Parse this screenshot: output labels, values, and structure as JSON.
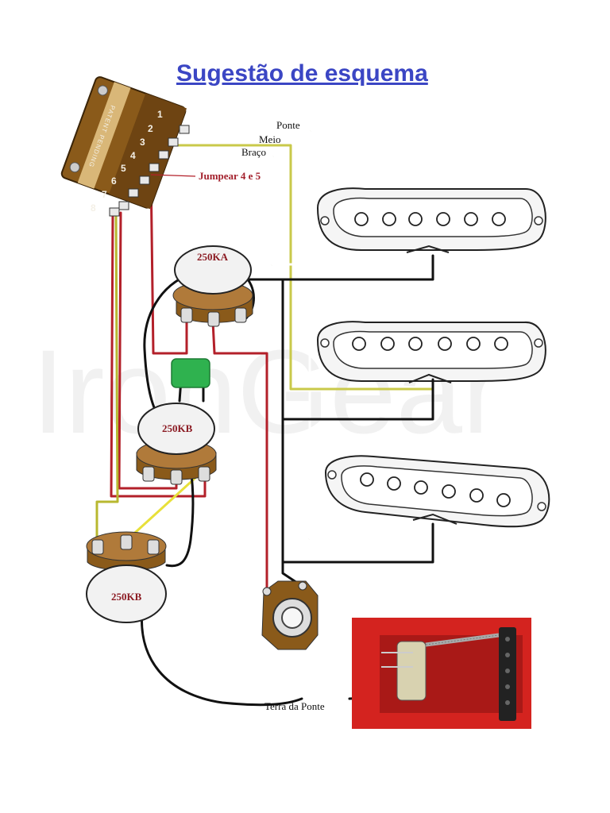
{
  "title": "Sugestão de esquema",
  "watermark": "IronGear",
  "switch": {
    "patent_text": "PATENT PENDING",
    "terminals": [
      "1",
      "2",
      "3",
      "4",
      "5",
      "6",
      "7",
      "8"
    ]
  },
  "labels": {
    "ponte": "Ponte",
    "meio": "Meio",
    "braco": "Braço",
    "jumpear": "Jumpear 4 e 5",
    "terra_ponte": "Terra da Ponte"
  },
  "pots": {
    "volume": "250KA",
    "tone1": "250KB",
    "tone2": "250KB"
  },
  "colors": {
    "title": "#3b46c4",
    "wire_black": "#111111",
    "wire_red": "#b3202a",
    "wire_yellow": "#e8e03a",
    "wire_white": "#cfcfa8",
    "capacitor": "#2fb24f",
    "bridge_bg": "#d4231f",
    "switch_body": "#8a5a1a"
  }
}
